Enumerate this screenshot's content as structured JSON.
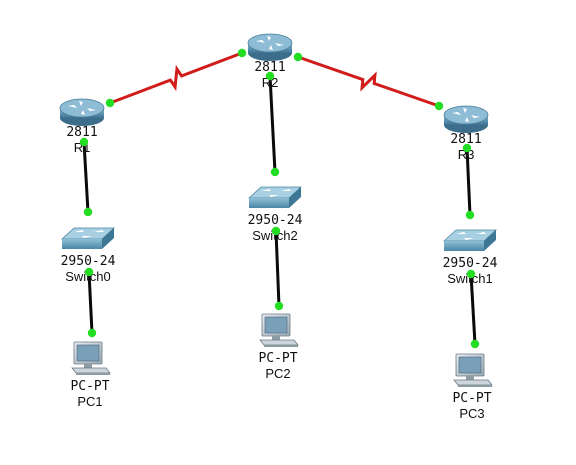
{
  "colors": {
    "serial_link": "#d11c1c",
    "ethernet_link": "#0a0a0a",
    "port_up": "#22dd22",
    "router_body": "#5c96b4",
    "switch_body": "#4f8fae",
    "pc_screen": "#7a9fb8"
  },
  "devices": [
    {
      "id": "R1",
      "type": "router",
      "icon": "router-icon",
      "model": "2811",
      "name": "R1"
    },
    {
      "id": "R2",
      "type": "router",
      "icon": "router-icon",
      "model": "2811",
      "name": "R2"
    },
    {
      "id": "R3",
      "type": "router",
      "icon": "router-icon",
      "model": "2811",
      "name": "R3"
    },
    {
      "id": "Switch0",
      "type": "switch",
      "icon": "switch-icon",
      "model": "2950-24",
      "name": "Switch0"
    },
    {
      "id": "Switch2",
      "type": "switch",
      "icon": "switch-icon",
      "model": "2950-24",
      "name": "Switch2"
    },
    {
      "id": "Switch1",
      "type": "switch",
      "icon": "switch-icon",
      "model": "2950-24",
      "name": "Switch1"
    },
    {
      "id": "PC1",
      "type": "pc",
      "icon": "pc-icon",
      "model": "PC-PT",
      "name": "PC1"
    },
    {
      "id": "PC2",
      "type": "pc",
      "icon": "pc-icon",
      "model": "PC-PT",
      "name": "PC2"
    },
    {
      "id": "PC3",
      "type": "pc",
      "icon": "pc-icon",
      "model": "PC-PT",
      "name": "PC3"
    }
  ],
  "links": [
    {
      "from": "R1",
      "to": "R2",
      "kind": "serial"
    },
    {
      "from": "R2",
      "to": "R3",
      "kind": "serial"
    },
    {
      "from": "R1",
      "to": "Switch0",
      "kind": "ethernet"
    },
    {
      "from": "R2",
      "to": "Switch2",
      "kind": "ethernet"
    },
    {
      "from": "R3",
      "to": "Switch1",
      "kind": "ethernet"
    },
    {
      "from": "Switch0",
      "to": "PC1",
      "kind": "ethernet"
    },
    {
      "from": "Switch2",
      "to": "PC2",
      "kind": "ethernet"
    },
    {
      "from": "Switch1",
      "to": "PC3",
      "kind": "ethernet"
    }
  ]
}
